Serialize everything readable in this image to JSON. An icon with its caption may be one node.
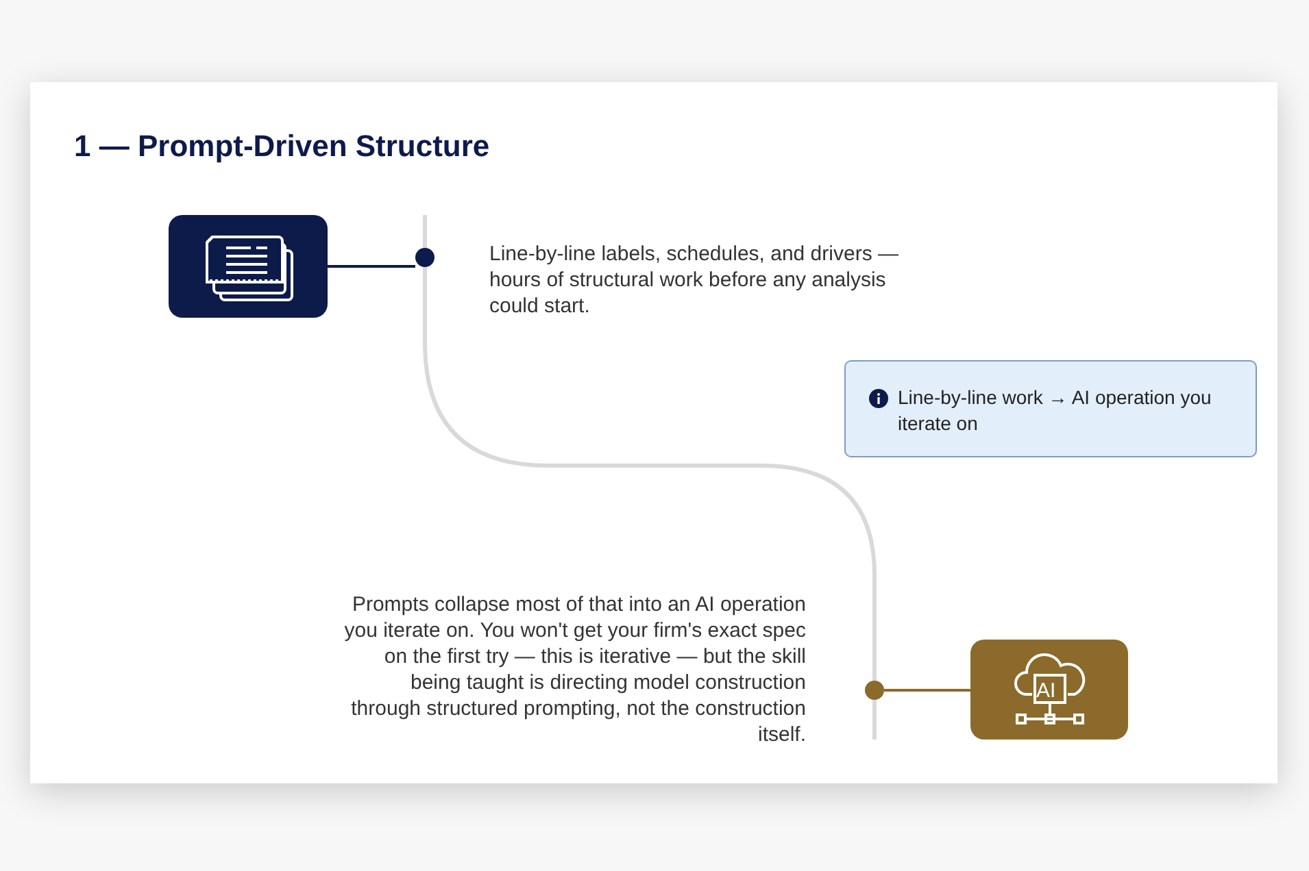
{
  "diagram": {
    "title": "1 — Prompt-Driven Structure",
    "nodes": [
      {
        "text": [],
        "shape": "picture"
      },
      {
        "text": [],
        "shape": "circle"
      },
      {
        "text": [
          "Line-by-line work → AI operation you iterate on"
        ]
      },
      {
        "text": [],
        "shape": "circle"
      },
      {
        "text": [
          "AI"
        ]
      }
    ],
    "edges": [
      {
        "from": 0,
        "to": 1,
        "arrow": "none",
        "color": "#0d1b4b"
      },
      {
        "from": 1,
        "to": 3,
        "arrow": "none",
        "color": "#d9d9d9"
      },
      {
        "from": 3,
        "to": 4,
        "arrow": "none",
        "color": "#8b6a2b"
      }
    ],
    "labels": [
      "Line-by-line labels, schedules, and drivers — hours of structural work before any analysis could start.",
      "Prompts collapse most of that into an AI operation you iterate on. You won't get your firm's exact spec on the first try — this is iterative — but the skill being taught is directing model construction through structured prompting, not the construction itself."
    ]
  }
}
